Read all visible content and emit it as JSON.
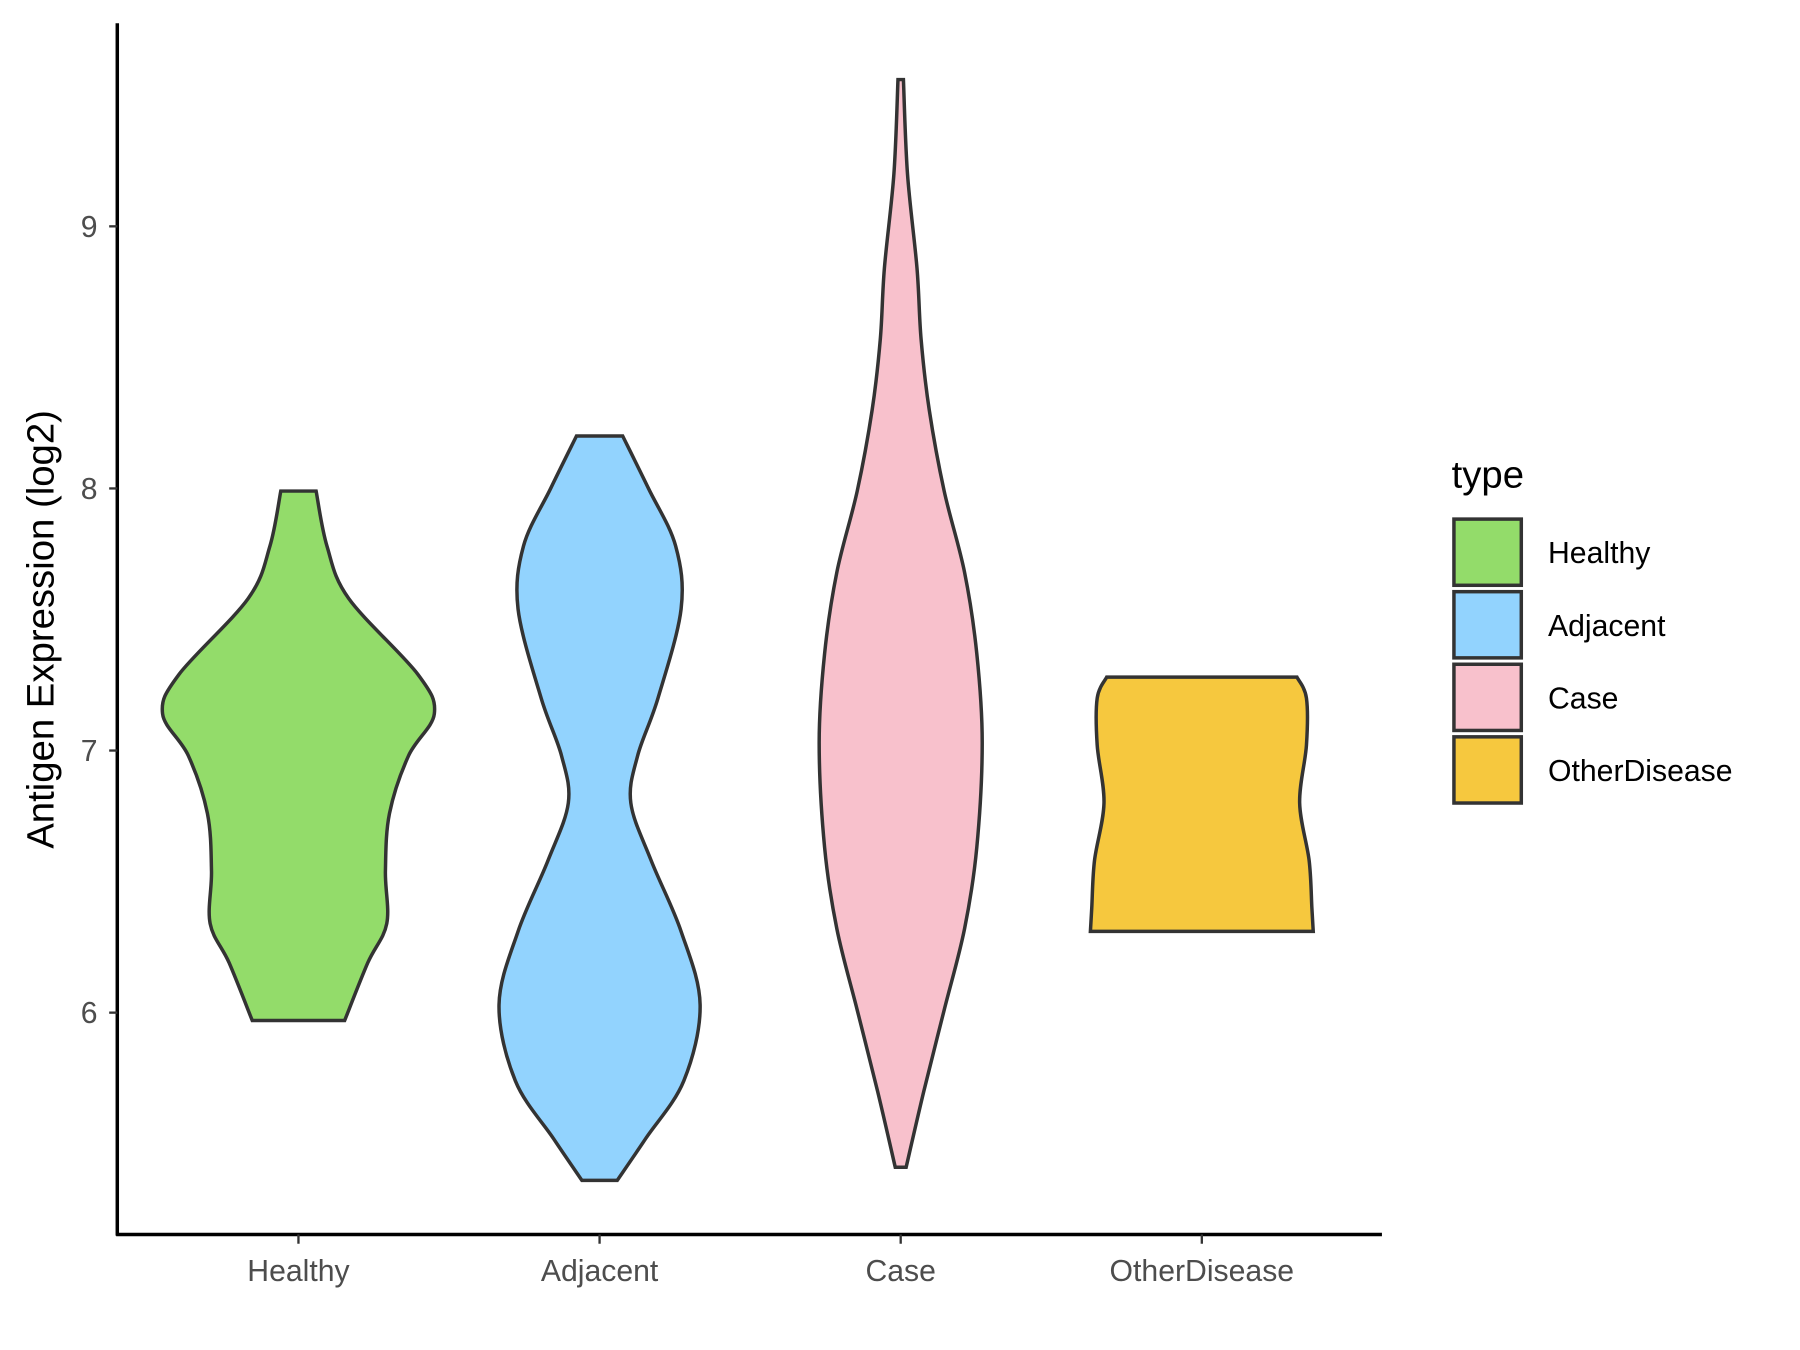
{
  "chart_data": {
    "type": "violin",
    "title": "",
    "xlabel": "",
    "ylabel": "Antigen Expression (log2)",
    "ylim": [
      5.15,
      9.78
    ],
    "yticks": [
      "6",
      "7",
      "8",
      "9"
    ],
    "categories": [
      "Healthy",
      "Adjacent",
      "Case",
      "OtherDisease"
    ],
    "legend": {
      "title": "type",
      "position": "right",
      "entries": [
        "Healthy",
        "Adjacent",
        "Case",
        "OtherDisease"
      ]
    },
    "colors": {
      "Healthy": "#93dc6a",
      "Adjacent": "#92d3fe",
      "Case": "#f8c1cc",
      "OtherDisease": "#f6c83e",
      "outline": "#333333"
    },
    "series": [
      {
        "name": "Healthy",
        "profile": [
          [
            7.99,
            0.13
          ],
          [
            7.78,
            0.21
          ],
          [
            7.58,
            0.37
          ],
          [
            7.29,
            0.88
          ],
          [
            7.14,
            1.0
          ],
          [
            6.98,
            0.81
          ],
          [
            6.76,
            0.67
          ],
          [
            6.54,
            0.64
          ],
          [
            6.34,
            0.65
          ],
          [
            6.19,
            0.51
          ],
          [
            5.97,
            0.34
          ]
        ]
      },
      {
        "name": "Adjacent",
        "profile": [
          [
            8.2,
            0.17
          ],
          [
            8.0,
            0.36
          ],
          [
            7.78,
            0.56
          ],
          [
            7.54,
            0.6
          ],
          [
            7.2,
            0.43
          ],
          [
            6.98,
            0.28
          ],
          [
            6.8,
            0.23
          ],
          [
            6.58,
            0.38
          ],
          [
            6.31,
            0.6
          ],
          [
            6.03,
            0.74
          ],
          [
            5.74,
            0.62
          ],
          [
            5.52,
            0.34
          ],
          [
            5.36,
            0.13
          ]
        ]
      },
      {
        "name": "Case",
        "profile": [
          [
            9.56,
            0.02
          ],
          [
            9.2,
            0.05
          ],
          [
            8.84,
            0.12
          ],
          [
            8.57,
            0.15
          ],
          [
            8.3,
            0.21
          ],
          [
            7.99,
            0.32
          ],
          [
            7.68,
            0.47
          ],
          [
            7.37,
            0.56
          ],
          [
            7.03,
            0.6
          ],
          [
            6.63,
            0.56
          ],
          [
            6.32,
            0.47
          ],
          [
            6.01,
            0.32
          ],
          [
            5.7,
            0.17
          ],
          [
            5.41,
            0.04
          ]
        ]
      },
      {
        "name": "OtherDisease",
        "profile": [
          [
            7.28,
            0.7
          ],
          [
            7.2,
            0.77
          ],
          [
            7.02,
            0.77
          ],
          [
            6.8,
            0.72
          ],
          [
            6.58,
            0.79
          ],
          [
            6.4,
            0.81
          ],
          [
            6.31,
            0.82
          ]
        ]
      }
    ]
  }
}
